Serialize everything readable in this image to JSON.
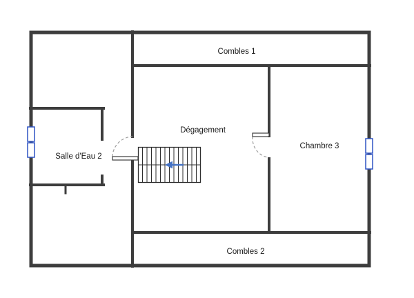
{
  "rooms": {
    "combles1": {
      "label": "Combles 1"
    },
    "degagement": {
      "label": "Dégagement"
    },
    "chambre3": {
      "label": "Chambre 3"
    },
    "salle_deau_2": {
      "label": "Salle d'Eau 2"
    },
    "combles2": {
      "label": "Combles 2"
    }
  },
  "colors": {
    "wall": "#3d3d3d",
    "window_frame": "#2f54c4",
    "window_glass": "#ffffff",
    "stair_outline": "#2e2e2e",
    "direction_arrow": "#4472c4",
    "door_swing": "#9c9c9c",
    "label_text": "#1a1a1a",
    "background": "#ffffff"
  }
}
